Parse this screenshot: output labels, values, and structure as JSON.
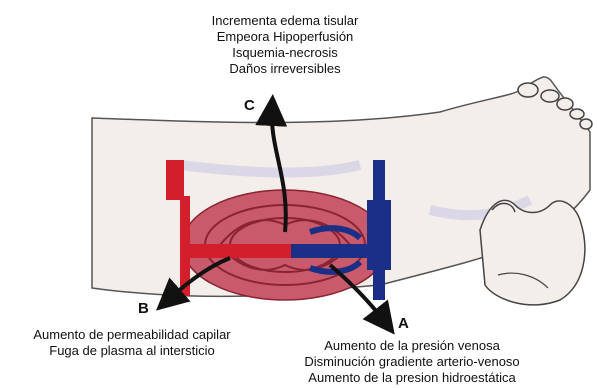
{
  "figure": {
    "label_c": "C",
    "label_b": "B",
    "label_a": "A",
    "effects_c": [
      "Incrementa edema tisular",
      "Empeora Hipoperfusión",
      "Isquemia-necrosis",
      "Daños irreversibles"
    ],
    "effects_b": [
      "Aumento de permeabilidad capilar",
      "Fuga de plasma al intersticio"
    ],
    "effects_a": [
      "Aumento de la presión venosa",
      "Disminución gradiente arterio-venoso",
      "Aumento de la presion hidroestática"
    ]
  },
  "colors": {
    "artery": "#d31f2b",
    "vein": "#1b2f86",
    "tissue": "#c85a6b",
    "skin": "#f3ede8",
    "skin_shadow": "#c9c8e3",
    "arrow": "#111111"
  }
}
